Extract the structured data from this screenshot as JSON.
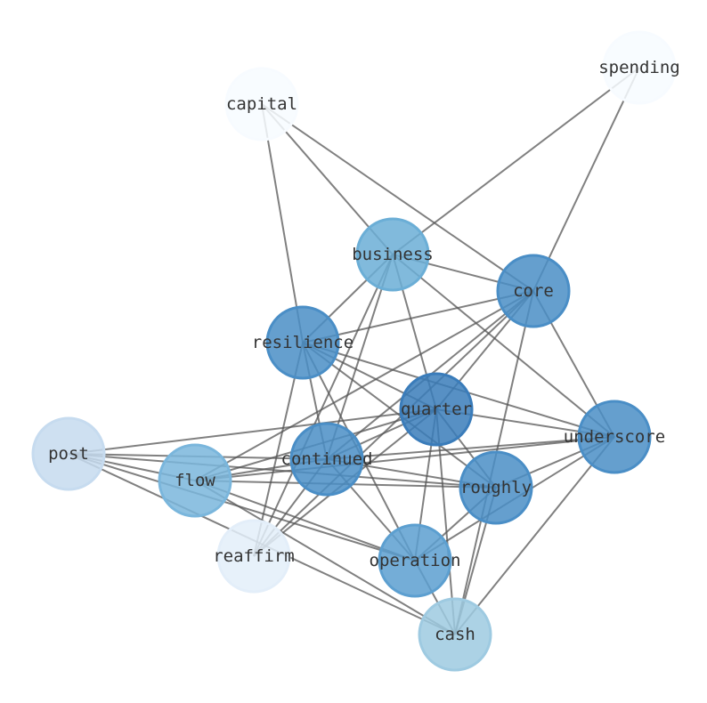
{
  "nodes": [
    {
      "id": "capital",
      "label": "capital",
      "color": "#f7fbff"
    },
    {
      "id": "spending",
      "label": "spending",
      "color": "#f7fbff"
    },
    {
      "id": "business",
      "label": "business",
      "color": "#6baed6"
    },
    {
      "id": "core",
      "label": "core",
      "color": "#4a8ec6"
    },
    {
      "id": "resilience",
      "label": "resilience",
      "color": "#4a8ec6"
    },
    {
      "id": "quarter",
      "label": "quarter",
      "color": "#3a7cba"
    },
    {
      "id": "underscore",
      "label": "underscore",
      "color": "#4a8ec6"
    },
    {
      "id": "post",
      "label": "post",
      "color": "#c6dbef"
    },
    {
      "id": "flow",
      "label": "flow",
      "color": "#7ab6dc"
    },
    {
      "id": "continued",
      "label": "continued",
      "color": "#4a8ec6"
    },
    {
      "id": "roughly",
      "label": "roughly",
      "color": "#4a8ec6"
    },
    {
      "id": "reaffirm",
      "label": "reaffirm",
      "color": "#e3eef9"
    },
    {
      "id": "operation",
      "label": "operation",
      "color": "#5c9fd0"
    },
    {
      "id": "cash",
      "label": "cash",
      "color": "#9ecae1"
    }
  ],
  "edges": [
    [
      "capital",
      "business"
    ],
    [
      "capital",
      "core"
    ],
    [
      "capital",
      "resilience"
    ],
    [
      "spending",
      "business"
    ],
    [
      "spending",
      "core"
    ],
    [
      "business",
      "core"
    ],
    [
      "business",
      "resilience"
    ],
    [
      "business",
      "quarter"
    ],
    [
      "business",
      "underscore"
    ],
    [
      "business",
      "continued"
    ],
    [
      "business",
      "reaffirm"
    ],
    [
      "core",
      "resilience"
    ],
    [
      "core",
      "quarter"
    ],
    [
      "core",
      "continued"
    ],
    [
      "core",
      "flow"
    ],
    [
      "core",
      "reaffirm"
    ],
    [
      "core",
      "underscore"
    ],
    [
      "core",
      "cash"
    ],
    [
      "resilience",
      "quarter"
    ],
    [
      "resilience",
      "underscore"
    ],
    [
      "resilience",
      "roughly"
    ],
    [
      "resilience",
      "continued"
    ],
    [
      "resilience",
      "operation"
    ],
    [
      "resilience",
      "reaffirm"
    ],
    [
      "quarter",
      "post"
    ],
    [
      "quarter",
      "continued"
    ],
    [
      "quarter",
      "flow"
    ],
    [
      "quarter",
      "roughly"
    ],
    [
      "quarter",
      "operation"
    ],
    [
      "quarter",
      "cash"
    ],
    [
      "quarter",
      "underscore"
    ],
    [
      "quarter",
      "reaffirm"
    ],
    [
      "underscore",
      "continued"
    ],
    [
      "underscore",
      "flow"
    ],
    [
      "underscore",
      "roughly"
    ],
    [
      "underscore",
      "operation"
    ],
    [
      "underscore",
      "cash"
    ],
    [
      "post",
      "roughly"
    ],
    [
      "post",
      "continued"
    ],
    [
      "post",
      "operation"
    ],
    [
      "post",
      "cash"
    ],
    [
      "post",
      "flow"
    ],
    [
      "flow",
      "roughly"
    ],
    [
      "flow",
      "continued"
    ],
    [
      "flow",
      "operation"
    ],
    [
      "flow",
      "cash"
    ],
    [
      "continued",
      "roughly"
    ],
    [
      "continued",
      "reaffirm"
    ],
    [
      "continued",
      "operation"
    ],
    [
      "roughly",
      "operation"
    ],
    [
      "roughly",
      "cash"
    ],
    [
      "operation",
      "cash"
    ]
  ]
}
